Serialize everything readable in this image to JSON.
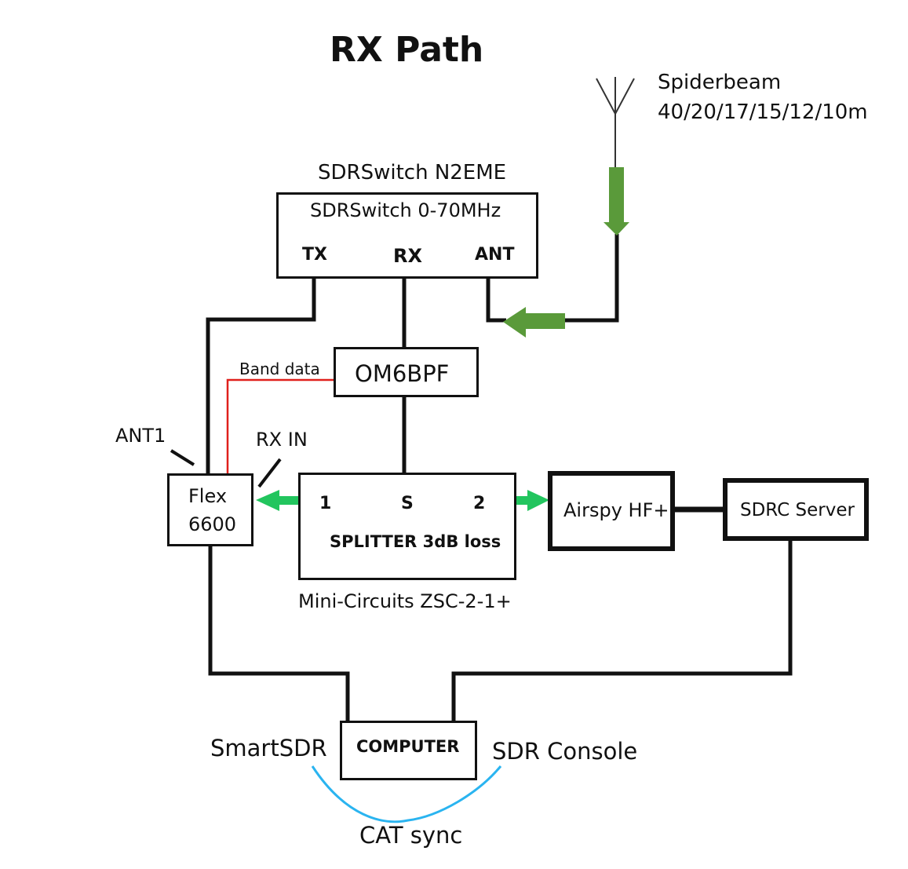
{
  "title": "RX Path",
  "antenna": {
    "name": "Spiderbeam",
    "bands": "40/20/17/15/12/10m"
  },
  "sdrswitch": {
    "title": "SDRSwitch N2EME",
    "subtitle": "SDRSwitch 0-70MHz",
    "port_tx": "TX",
    "port_rx": "RX",
    "port_ant": "ANT"
  },
  "bpf": {
    "label": "OM6BPF"
  },
  "band_data": "Band data",
  "flex": {
    "line1": "Flex",
    "line2": "6600",
    "ant1": "ANT1",
    "rx_in": "RX IN"
  },
  "splitter": {
    "port1": "1",
    "port_s": "S",
    "port2": "2",
    "label": "SPLITTER 3dB loss",
    "model": "Mini-Circuits ZSC-2-1+"
  },
  "airspy": {
    "label": "Airspy HF+"
  },
  "sdrc": {
    "label": "SDRC Server"
  },
  "computer": {
    "label": "COMPUTER",
    "left_app": "SmartSDR",
    "right_app": "SDR Console",
    "sync": "CAT sync"
  },
  "colors": {
    "wire": "#111111",
    "band_data_wire": "#e0201c",
    "antenna_arrow": "#5a9a3a",
    "splitter_arrow": "#22c55e",
    "cat_sync": "#2ab4f0"
  }
}
